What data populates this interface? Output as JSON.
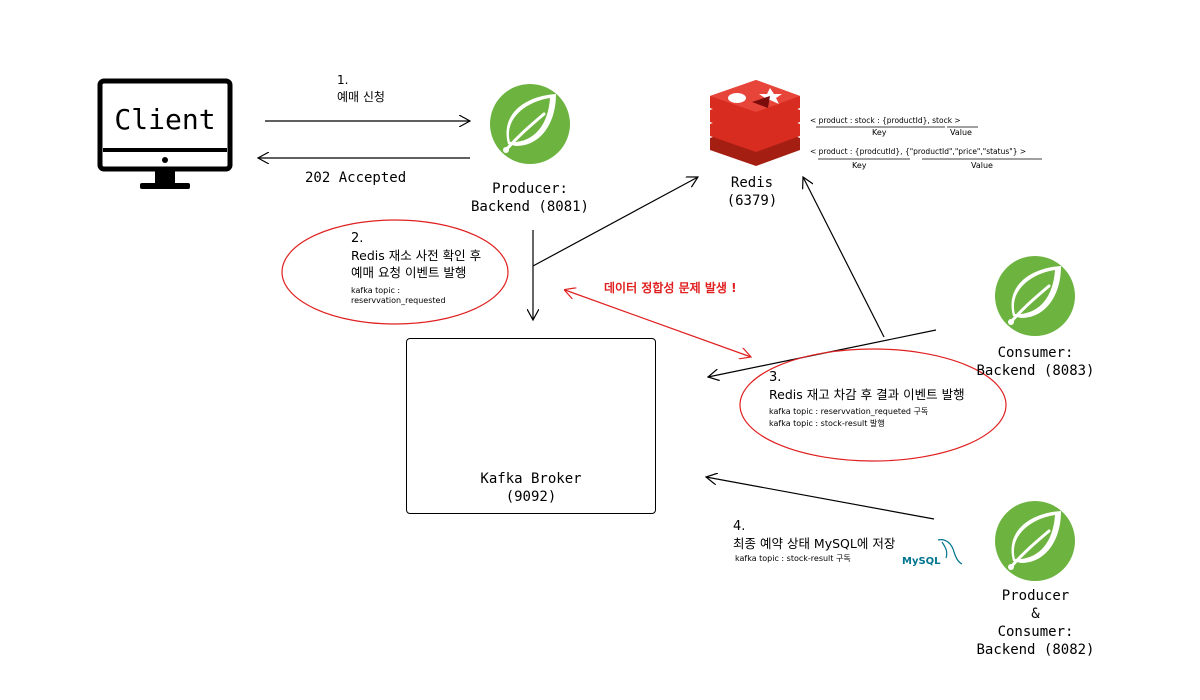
{
  "client": {
    "label": "Client"
  },
  "producer_main": {
    "line1": "Producer:",
    "line2": "Backend (8081)"
  },
  "redis": {
    "line1": "Redis",
    "line2": "(6379)"
  },
  "kafka": {
    "line1": "Kafka Broker",
    "line2": "(9092)"
  },
  "consumer": {
    "line1": "Consumer:",
    "line2": "Backend (8083)"
  },
  "producer_consumer": {
    "line1": "Producer",
    "line2": "&",
    "line3": "Consumer:",
    "line4": "Backend (8082)"
  },
  "step1": {
    "num": "1.",
    "text": "예매 신청"
  },
  "accepted": {
    "text": "202 Accepted"
  },
  "step2": {
    "num": "2.",
    "line1": "Redis 재소 사전 확인 후",
    "line2": "예매 요청 이벤트 발행",
    "topic1": "kafka topic :",
    "topic2": "reservvation_requested"
  },
  "warning": {
    "text": "데이터 정합성 문제 발생 !"
  },
  "step3": {
    "num": "3.",
    "line1": "Redis 재고 차감 후 결과 이벤트 발행",
    "topic1": "kafka topic : reservvation_requeted 구독",
    "topic2": "kafka topic : stock-result 발행"
  },
  "step4": {
    "num": "4.",
    "line1": "최종 예약 상태 MySQL에 저장",
    "topic1": "kafka topic : stock-result 구독",
    "mysql_logo": "MySQL"
  },
  "redis_notes": {
    "row1": "< product : stock : {productId}, stock >",
    "row1_key": "Key",
    "row1_value": "Value",
    "row2": "< product : {prodcutId}, {\"productId\",\"price\",\"status\"} >",
    "row2_key": "Key",
    "row2_value": "Value"
  },
  "colors": {
    "spring_green": "#6db33f",
    "redis_red": "#d82c20",
    "ellipse_red": "#e02020"
  }
}
